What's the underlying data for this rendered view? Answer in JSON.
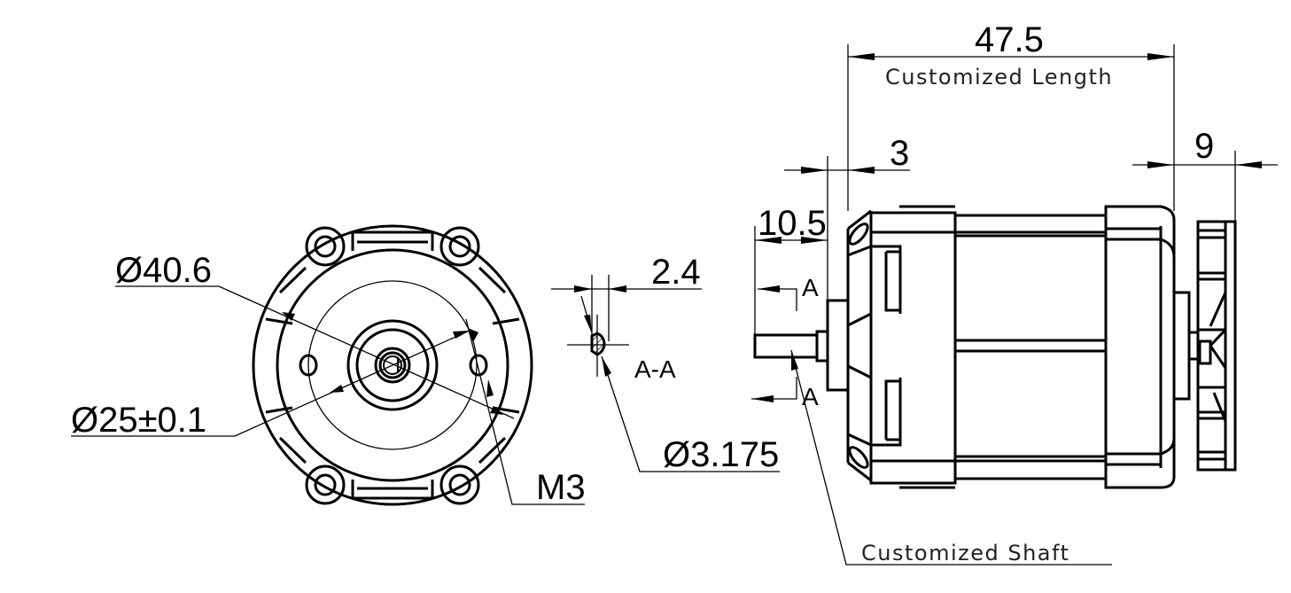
{
  "drawing": {
    "title": "Motor dimension drawing",
    "colors": {
      "line": "#000000",
      "background": "#ffffff",
      "label_text": "#222222"
    },
    "front_view": {
      "dimensions": {
        "outer_diameter": "Ø40.6",
        "pilot_diameter": "Ø25±0.1",
        "mount_thread": "M3"
      }
    },
    "section_view": {
      "label": "A-A",
      "dimensions": {
        "flat_width": "2.4",
        "shaft_diameter": "Ø3.175"
      }
    },
    "side_view": {
      "section_marker": "A",
      "dimensions": {
        "body_length": "47.5",
        "body_length_note": "Customized Length",
        "flange_thickness": "3",
        "shaft_length": "10.5",
        "fan_width": "9"
      },
      "shaft_note": "Customized Shaft"
    }
  }
}
